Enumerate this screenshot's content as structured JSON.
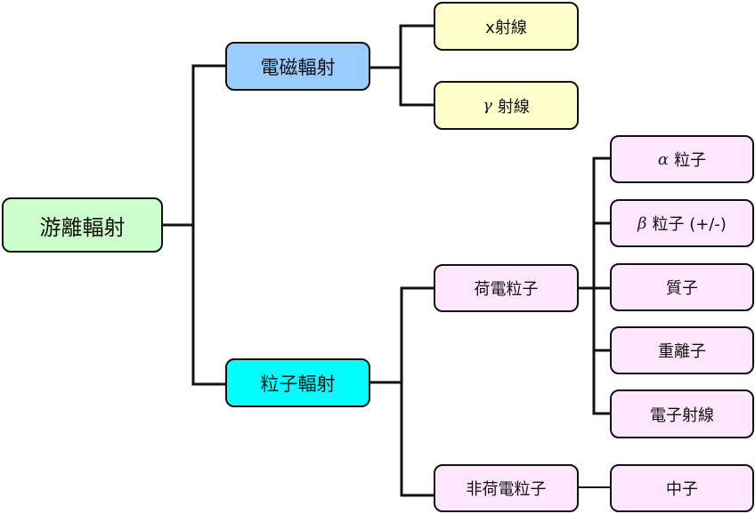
{
  "diagram": {
    "root": {
      "label": "游離輻射",
      "color": "#ccffcc"
    },
    "electromagnetic": {
      "label": "電磁輻射",
      "color": "#99ccff",
      "children": [
        {
          "symbol": "",
          "label": "x射線"
        },
        {
          "symbol": "γ",
          "label": "射線"
        }
      ]
    },
    "particle": {
      "label": "粒子輻射",
      "color": "#00ffff",
      "charged": {
        "label": "荷電粒子",
        "children": [
          {
            "symbol": "α",
            "label": "粒子"
          },
          {
            "symbol": "β",
            "label": "粒子 (+/-)"
          },
          {
            "symbol": "",
            "label": "質子"
          },
          {
            "symbol": "",
            "label": "重離子"
          },
          {
            "symbol": "",
            "label": "電子射線"
          }
        ]
      },
      "uncharged": {
        "label": "非荷電粒子",
        "children": [
          {
            "symbol": "",
            "label": "中子"
          }
        ]
      }
    },
    "colors": {
      "leaf_yellow": "#ffffcc",
      "leaf_pink": "#ffe6ff",
      "line": "#111111"
    }
  }
}
